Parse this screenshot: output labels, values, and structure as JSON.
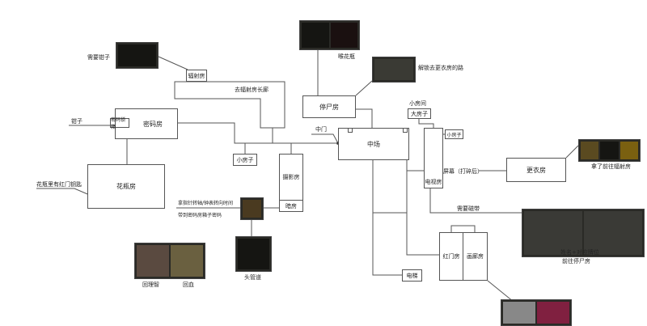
{
  "rooms": {
    "radiation_room": "辐射房",
    "radiation_corridor": "去辐射房长廊",
    "code_box": "密码锁箱",
    "code_room": "密码房",
    "vase_room": "花瓶房",
    "small_house_left": "小房子",
    "photo_room": "摄影房",
    "dark_room": "暗房",
    "morgue": "停尸房",
    "central_hall": "中场",
    "big_house": "大房子",
    "small_room": "小房间",
    "tv_room": "电视房",
    "small_house_right": "小房子",
    "changing_room": "更衣房",
    "red_door_room": "红门房",
    "gallery_room": "画廊房",
    "elevator": "电梯"
  },
  "notes": {
    "need_pliers": "需要钳子",
    "pliers": "钳子",
    "vase_key": "花瓶里有红门钥匙",
    "clock_hint_1": "拿指针转轴/钟表转向时间",
    "clock_hint_2": "带到密码房箱子密码",
    "pipe": "头管道",
    "sanity": "回理智",
    "heal": "回血",
    "vase_bottle": "喉花瓶",
    "unlock_changing": "解锁去更衣房的路",
    "middle_door": "中门",
    "screen_broken": "屏幕（打碎后）",
    "take_to_radiation": "拿了前往辐射房",
    "need_tape": "需要磁带",
    "tape_hint_1": "姓名+对应牌位",
    "tape_hint_2": "前往停尸房"
  },
  "colors": {
    "line": "#555555",
    "image_bg": "#2a2a26"
  }
}
